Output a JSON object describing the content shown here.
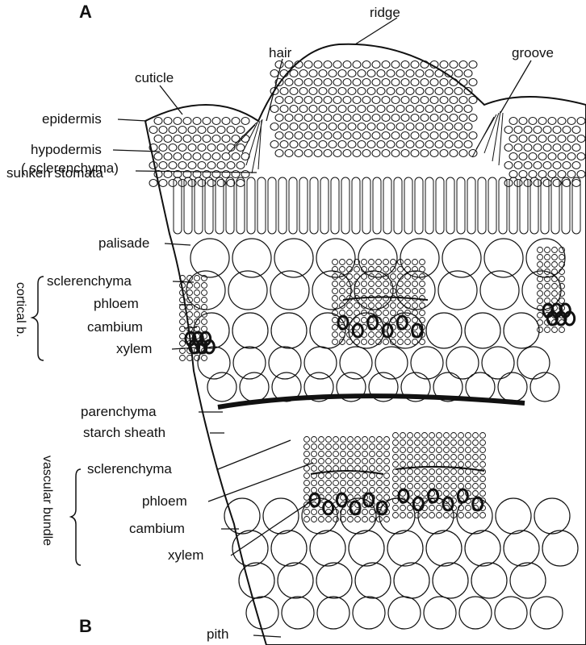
{
  "panels": {
    "top": "A",
    "bottom": "B"
  },
  "labels": {
    "ridge": "ridge",
    "hair": "hair",
    "groove": "groove",
    "cuticle": "cuticle",
    "epidermis": "epidermis",
    "hypodermis": "hypodermis",
    "hypodermis_note": "( sclerenchyma)",
    "sunken_stomata": "sunken stomata",
    "palisade": "palisade",
    "cortical_sclerenchyma": "sclerenchyma",
    "cortical_phloem": "phloem",
    "cortical_cambium": "cambium",
    "cortical_xylem": "xylem",
    "parenchyma": "parenchyma",
    "starch_sheath": "starch sheath",
    "vascular_sclerenchyma": "sclerenchyma",
    "vascular_phloem": "phloem",
    "vascular_cambium": "cambium",
    "vascular_xylem": "xylem",
    "pith": "pith"
  },
  "groups": {
    "cortical": "cortical b.",
    "vascular": "vascular bundle"
  },
  "colors": {
    "ink": "#111111",
    "paper": "#ffffff"
  }
}
